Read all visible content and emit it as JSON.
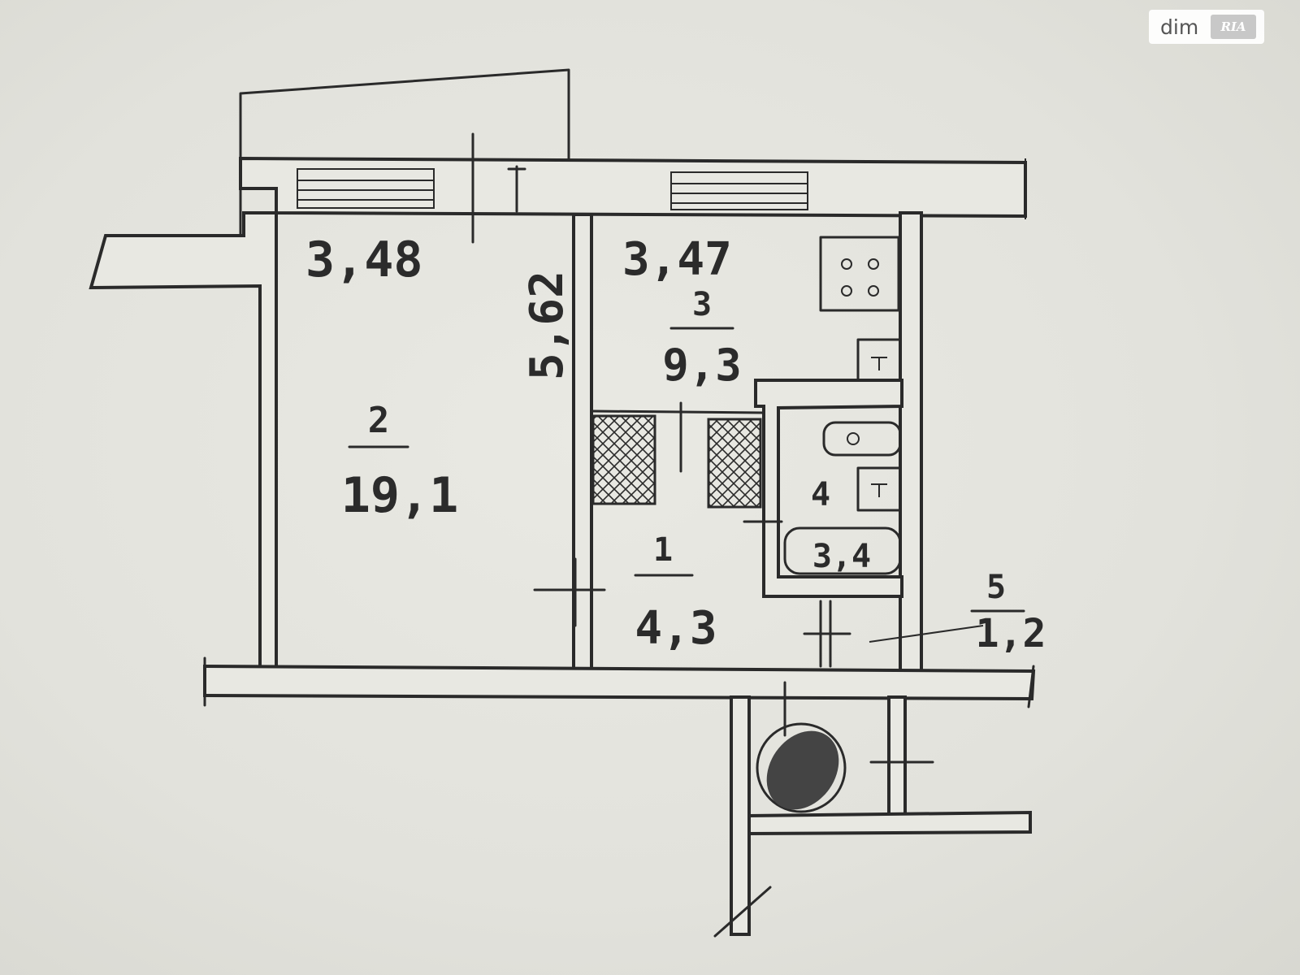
{
  "watermark": {
    "brand": "dim",
    "logo": "RIA"
  },
  "dimensions": {
    "room2_width": "3,48",
    "room2_length": "5,62",
    "room3_width": "3,47"
  },
  "rooms": [
    {
      "number": "2",
      "area": "19,1"
    },
    {
      "number": "3",
      "area": "9,3"
    },
    {
      "number": "1",
      "area": "4,3"
    },
    {
      "number": "4",
      "area": "3,4"
    },
    {
      "number": "5",
      "area": "1,2"
    }
  ],
  "colors": {
    "ink": "#2a2a2a",
    "paper": "#e3e3dd"
  }
}
